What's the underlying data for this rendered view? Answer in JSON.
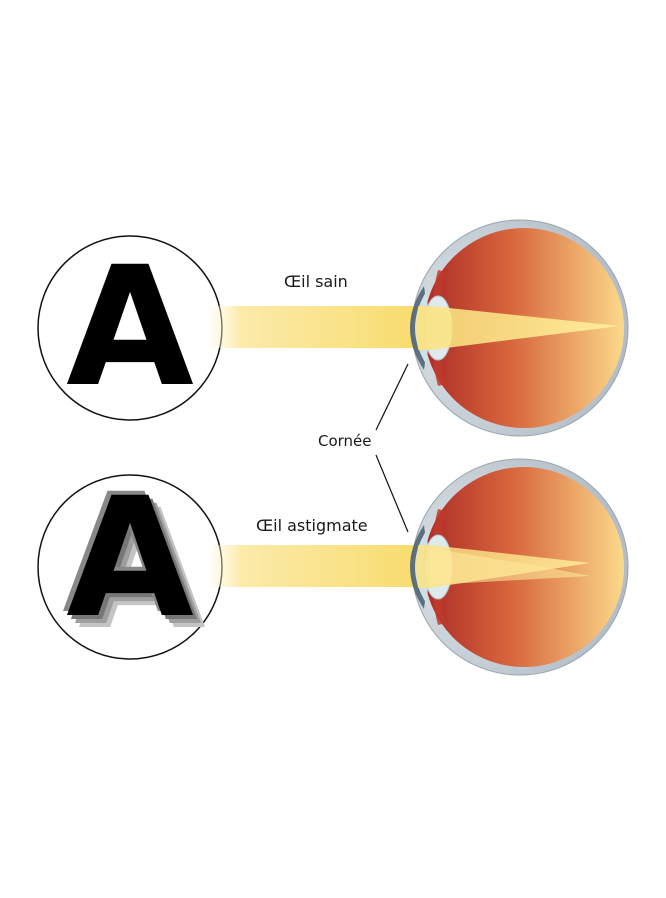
{
  "diagram": {
    "healthy_eye": {
      "label": "Œil sain",
      "letter": "A"
    },
    "astigmatic_eye": {
      "label": "Œil astigmate",
      "letter": "A"
    },
    "cornea_label": "Cornée",
    "colors": {
      "letter": "#000000",
      "blur_ghosts": [
        "#bdbdbd",
        "#9a9a9a",
        "#777777",
        "#555555"
      ],
      "light_beam": "#fbe27a",
      "eye_inner_dark": "#b5302a",
      "eye_inner_light": "#fbd98a",
      "sclera": "#c7d0d8",
      "lens": "#dce8ec",
      "outline": "#111111"
    }
  }
}
